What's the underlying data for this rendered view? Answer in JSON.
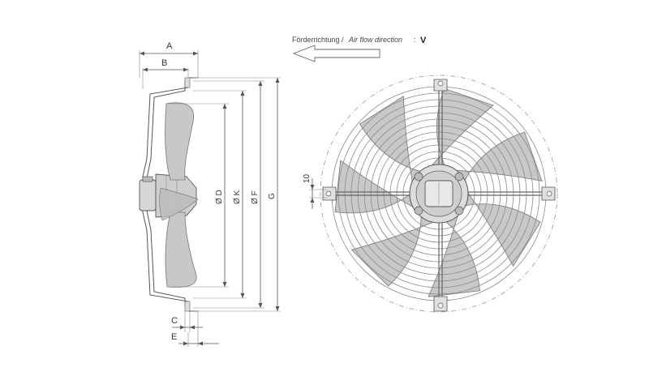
{
  "diagram": {
    "airflow": {
      "label_de": "Förderrichtung /",
      "label_en": "Air flow direction",
      "separator": ":",
      "label_v": "V"
    },
    "dimensions": {
      "a": "A",
      "b": "B",
      "c": "C",
      "e": "E",
      "d": "Ø D",
      "k": "Ø K",
      "f": "Ø F",
      "g": "G",
      "hole": "10"
    },
    "colors": {
      "line": "#555555",
      "blade": "#c8c8c8",
      "guard": "#8a8a8a"
    }
  }
}
